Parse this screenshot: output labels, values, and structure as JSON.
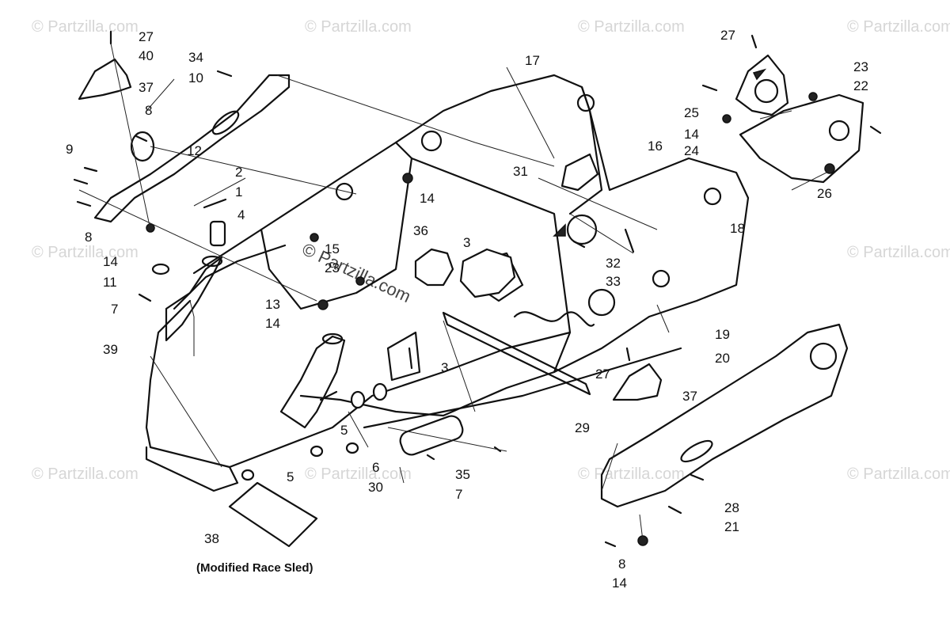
{
  "diagram": {
    "watermark": "© Partzilla.com",
    "caption": "(Modified Race Sled)",
    "callouts": [
      "27",
      "40",
      "37",
      "34",
      "10",
      "8",
      "9",
      "8",
      "12",
      "2",
      "1",
      "4",
      "14",
      "11",
      "7",
      "39",
      "13",
      "14",
      "15",
      "23",
      "14",
      "36",
      "3",
      "17",
      "16",
      "31",
      "14",
      "18",
      "32",
      "33",
      "19",
      "20",
      "27",
      "37",
      "29",
      "3",
      "5",
      "5",
      "6",
      "30",
      "35",
      "7",
      "5",
      "38",
      "8",
      "14",
      "28",
      "21",
      "27",
      "25",
      "14",
      "24",
      "23",
      "22",
      "26"
    ]
  }
}
